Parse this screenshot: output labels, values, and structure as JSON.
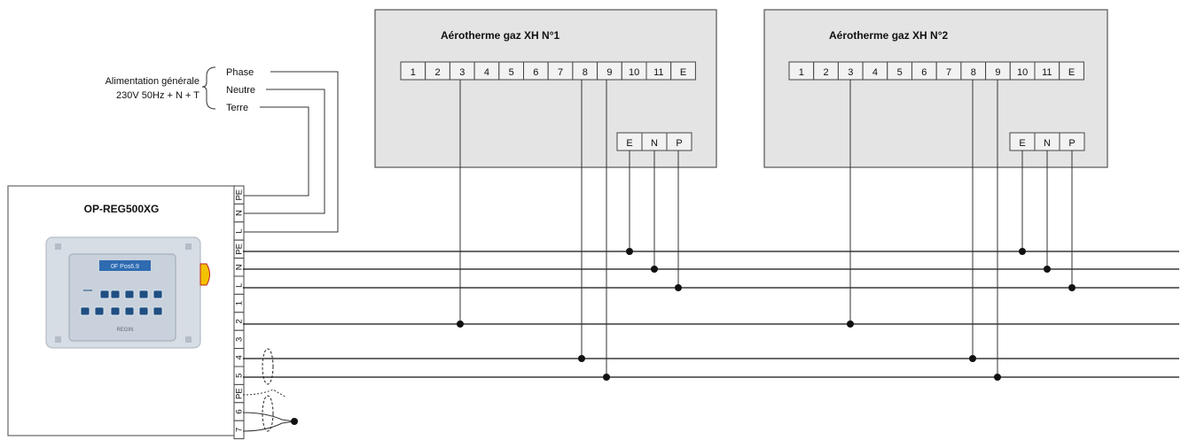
{
  "supply": {
    "label_line1": "Alimentation générale",
    "label_line2": "230V 50Hz + N + T",
    "phase": "Phase",
    "neutral": "Neutre",
    "earth": "Terre"
  },
  "heaters": [
    {
      "title": "Aérotherme gaz XH  N°1",
      "terminals": [
        "1",
        "2",
        "3",
        "4",
        "5",
        "6",
        "7",
        "8",
        "9",
        "10",
        "11",
        "E"
      ],
      "power_terminals": [
        "E",
        "N",
        "P"
      ]
    },
    {
      "title": "Aérotherme gaz XH  N°2",
      "terminals": [
        "1",
        "2",
        "3",
        "4",
        "5",
        "6",
        "7",
        "8",
        "9",
        "10",
        "11",
        "E"
      ],
      "power_terminals": [
        "E",
        "N",
        "P"
      ]
    }
  ],
  "controller": {
    "title": "OP-REG500XG",
    "terminals": [
      "PE",
      "N",
      "L",
      "PE",
      "N",
      "L",
      "1",
      "2",
      "3",
      "4",
      "5",
      "PE",
      "6",
      "7"
    ],
    "device_screen_text": "0F Pos6.9",
    "device_brand": "REGIN"
  },
  "colors": {
    "unit_fill": "#e4e4e4",
    "device_body": "#d7dde4",
    "device_panel": "#1f4f82",
    "device_knob": "#f2c200"
  },
  "icons": {
    "cable_shield": "dashed-ellipse",
    "junction": "filled-dot"
  }
}
